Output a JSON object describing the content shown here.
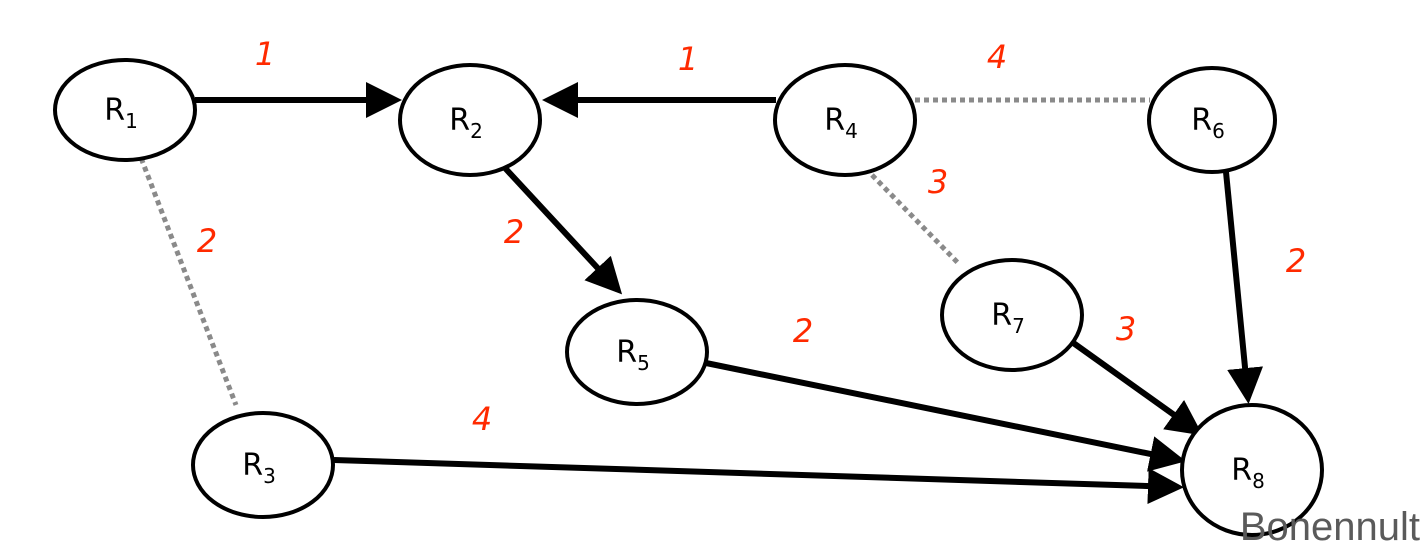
{
  "colors": {
    "node_stroke": "#000000",
    "solid_edge": "#000000",
    "dotted_edge": "#8a8a8a",
    "weight": "#ff2a00"
  },
  "nodes": [
    {
      "id": "R1",
      "letter": "R",
      "sub": "1"
    },
    {
      "id": "R2",
      "letter": "R",
      "sub": "2"
    },
    {
      "id": "R3",
      "letter": "R",
      "sub": "3"
    },
    {
      "id": "R4",
      "letter": "R",
      "sub": "4"
    },
    {
      "id": "R5",
      "letter": "R",
      "sub": "5"
    },
    {
      "id": "R6",
      "letter": "R",
      "sub": "6"
    },
    {
      "id": "R7",
      "letter": "R",
      "sub": "7"
    },
    {
      "id": "R8",
      "letter": "R",
      "sub": "8"
    }
  ],
  "edges": [
    {
      "from": "R1",
      "to": "R2",
      "weight": "1",
      "style": "solid-arrow"
    },
    {
      "from": "R4",
      "to": "R2",
      "weight": "1",
      "style": "solid-arrow"
    },
    {
      "from": "R4",
      "to": "R6",
      "weight": "4",
      "style": "dotted"
    },
    {
      "from": "R1",
      "to": "R3",
      "weight": "2",
      "style": "dotted"
    },
    {
      "from": "R2",
      "to": "R5",
      "weight": "2",
      "style": "solid-arrow"
    },
    {
      "from": "R4",
      "to": "R7",
      "weight": "3",
      "style": "dotted"
    },
    {
      "from": "R6",
      "to": "R8",
      "weight": "2",
      "style": "solid-arrow"
    },
    {
      "from": "R5",
      "to": "R8",
      "weight": "2",
      "style": "solid-arrow"
    },
    {
      "from": "R7",
      "to": "R8",
      "weight": "3",
      "style": "solid-arrow"
    },
    {
      "from": "R3",
      "to": "R8",
      "weight": "4",
      "style": "solid-arrow"
    }
  ],
  "watermark": "Bonennult"
}
